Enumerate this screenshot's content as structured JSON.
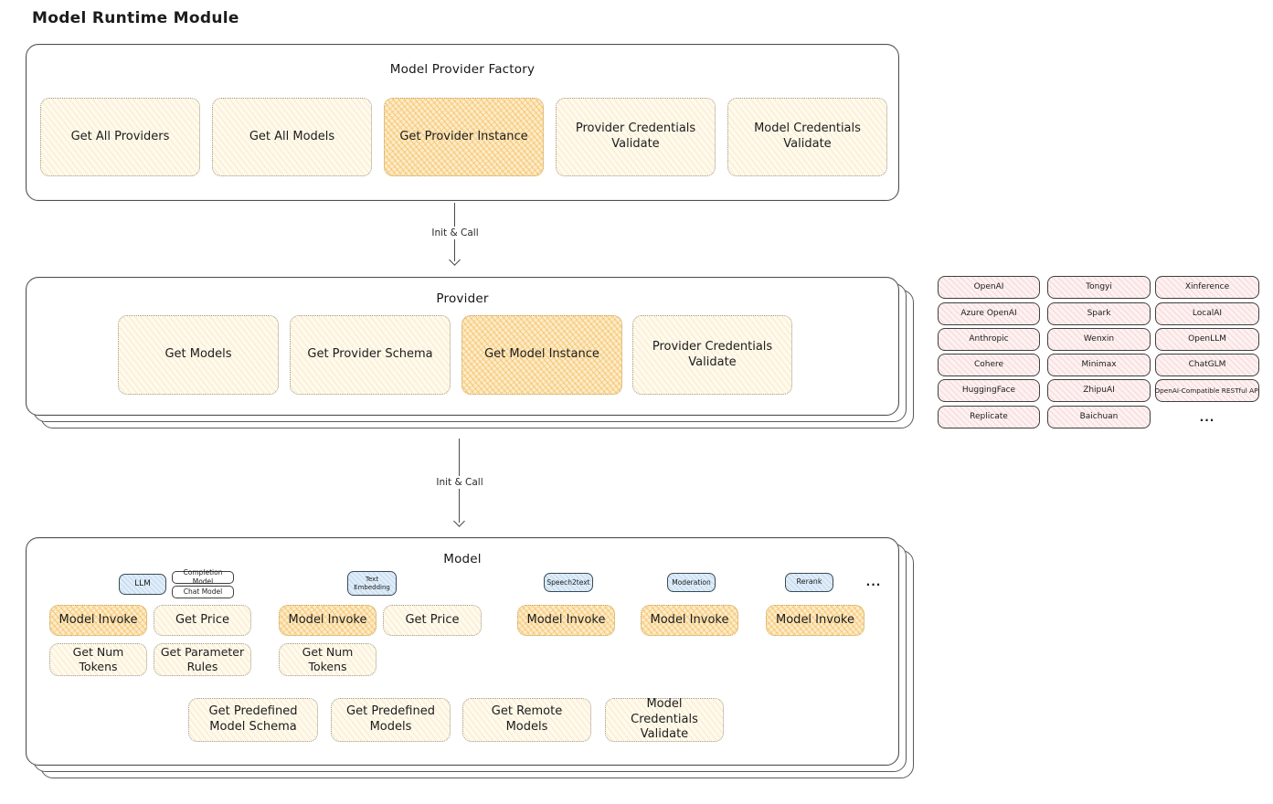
{
  "page_title": "Model Runtime Module",
  "colors": {
    "cream_fill": "#fefaee",
    "highlight_fill": "#fcecc9",
    "highlight_hatch": "#f2a62c",
    "pink_fill": "#fdf1f1",
    "blue_fill": "#e0edf9",
    "stroke": "#4f4f4f"
  },
  "arrows": [
    {
      "label": "Init & Call"
    },
    {
      "label": "Init & Call"
    }
  ],
  "factory": {
    "title": "Model Provider Factory",
    "boxes": [
      {
        "label": "Get All Providers"
      },
      {
        "label": "Get All Models"
      },
      {
        "label": "Get Provider Instance"
      },
      {
        "label": "Provider Credentials Validate"
      },
      {
        "label": "Model Credentials Validate"
      }
    ]
  },
  "provider": {
    "title": "Provider",
    "boxes": [
      {
        "label": "Get Models"
      },
      {
        "label": "Get Provider Schema"
      },
      {
        "label": "Get Model Instance"
      },
      {
        "label": "Provider Credentials Validate"
      }
    ]
  },
  "providers_panel": {
    "col1": [
      "OpenAI",
      "Azure OpenAI",
      "Anthropic",
      "Cohere",
      "HuggingFace",
      "Replicate"
    ],
    "col2": [
      "Tongyi",
      "Spark",
      "Wenxin",
      "Minimax",
      "ZhipuAI",
      "Baichuan"
    ],
    "col3": [
      "Xinference",
      "LocalAI",
      "OpenLLM",
      "ChatGLM",
      "OpenAI-Compatible RESTful API"
    ],
    "more": "..."
  },
  "model": {
    "title": "Model",
    "types": {
      "llm": "LLM",
      "completion": "Completion Model",
      "chat": "Chat Model",
      "text_embedding": "Text Embedding",
      "speech2text": "Speech2text",
      "moderation": "Moderation",
      "rerank": "Rerank",
      "more": "..."
    },
    "ops": {
      "model_invoke": "Model Invoke",
      "get_price": "Get Price",
      "get_num_tokens": "Get Num Tokens",
      "get_parameter_rules": "Get Parameter Rules"
    },
    "bottom": [
      {
        "label": "Get Predefined Model Schema"
      },
      {
        "label": "Get Predefined Models"
      },
      {
        "label": "Get Remote Models"
      },
      {
        "label": "Model Credentials Validate"
      }
    ]
  }
}
